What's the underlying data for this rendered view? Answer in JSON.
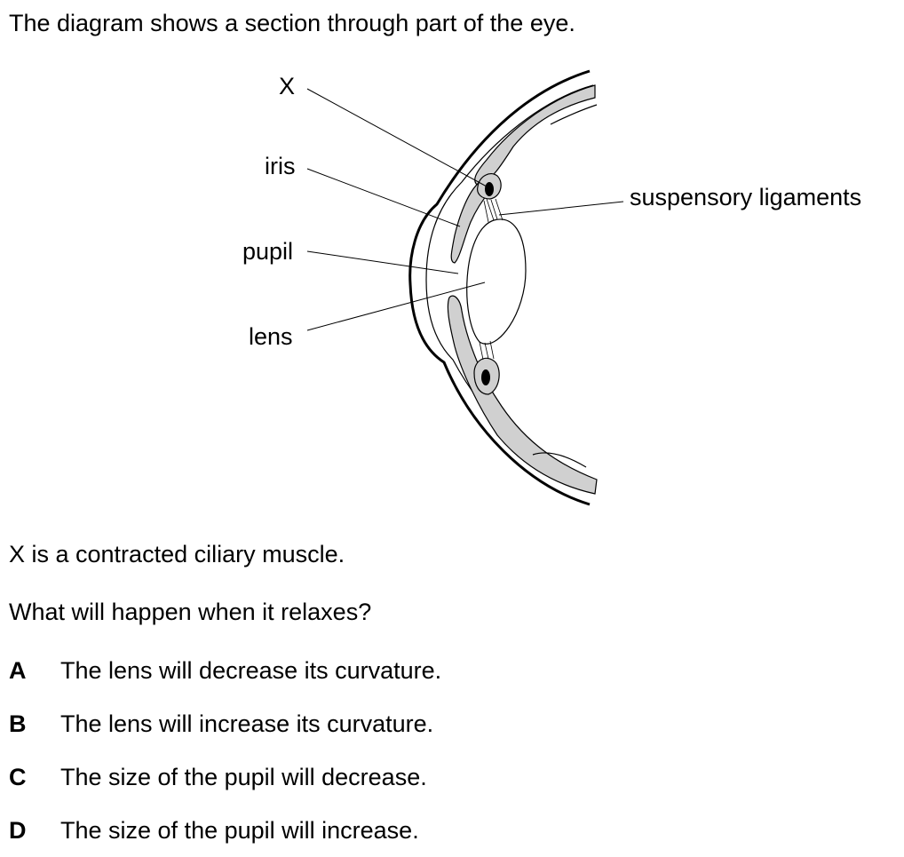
{
  "intro": "The diagram shows a section through part of the eye.",
  "diagram": {
    "labels": {
      "x": "X",
      "iris": "iris",
      "pupil": "pupil",
      "lens": "lens",
      "suspensory": "suspensory ligaments"
    },
    "colors": {
      "tissue": "#d0d0d0",
      "outline": "#000000"
    }
  },
  "statement": "X is a contracted ciliary muscle.",
  "question": "What will happen when it relaxes?",
  "options": [
    {
      "letter": "A",
      "text": "The lens will decrease its curvature."
    },
    {
      "letter": "B",
      "text": "The lens will increase its curvature."
    },
    {
      "letter": "C",
      "text": "The size of the pupil will decrease."
    },
    {
      "letter": "D",
      "text": "The size of the pupil will increase."
    }
  ]
}
